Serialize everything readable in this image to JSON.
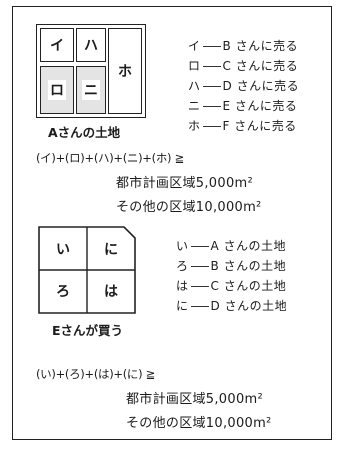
{
  "section1": {
    "lots": {
      "i": "イ",
      "ro": "ロ",
      "ha": "ハ",
      "ni": "ニ",
      "ho": "ホ"
    },
    "caption": "Aさんの土地",
    "sales": [
      {
        "lot": "イ",
        "text": "B さんに売る"
      },
      {
        "lot": "ロ",
        "text": "C さんに売る"
      },
      {
        "lot": "ハ",
        "text": "D さんに売る"
      },
      {
        "lot": "ニ",
        "text": "E さんに売る"
      },
      {
        "lot": "ホ",
        "text": "F さんに売る"
      }
    ],
    "formula": "(イ)+(ロ)+(ハ)+(ニ)+(ホ) ≧",
    "conditions": [
      "都市計画区域5,000m²",
      "その他の区域10,000m²"
    ]
  },
  "section2": {
    "lots": {
      "i": "い",
      "ni": "に",
      "ro": "ろ",
      "ha": "は"
    },
    "caption": "Eさんが買う",
    "ownership": [
      {
        "lot": "い",
        "text": "A さんの土地"
      },
      {
        "lot": "ろ",
        "text": "B さんの土地"
      },
      {
        "lot": "は",
        "text": "C さんの土地"
      },
      {
        "lot": "に",
        "text": "D さんの土地"
      }
    ],
    "formula": "(い)+(ろ)+(は)+(に) ≧",
    "conditions": [
      "都市計画区域5,000m²",
      "その他の区域10,000m²"
    ]
  }
}
